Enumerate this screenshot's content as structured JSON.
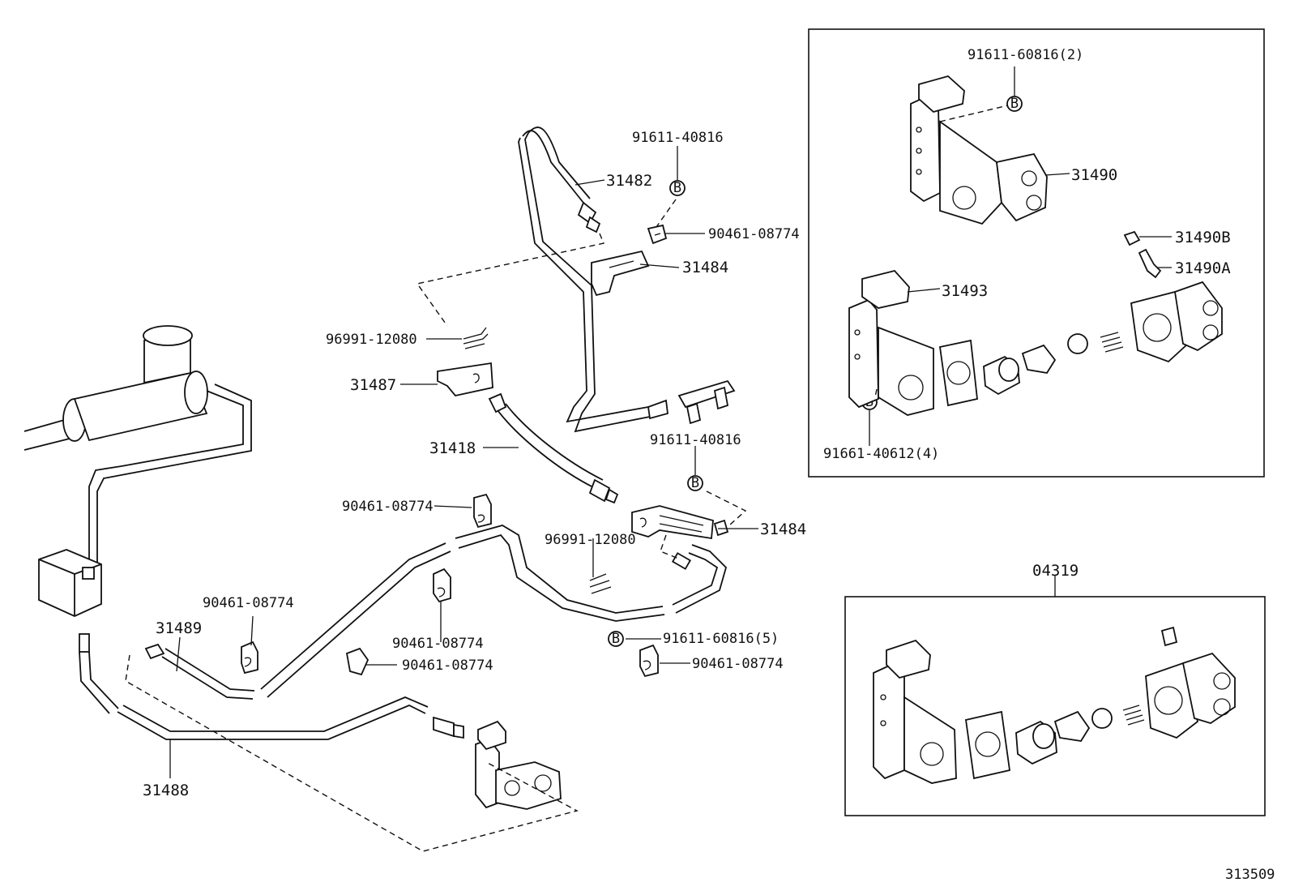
{
  "labels": {
    "p31482": "31482",
    "p91611_40816_top": "91611-40816",
    "p90461_08774_top": "90461-08774",
    "p31484_top": "31484",
    "p96991_12080_left": "96991-12080",
    "p31487": "31487",
    "p31418": "31418",
    "p91611_40816_mid": "91611-40816",
    "p31484_mid": "31484",
    "p90461_08774_a": "90461-08774",
    "p96991_12080_mid": "96991-12080",
    "p90461_08774_b": "90461-08774",
    "p31489": "31489",
    "p90461_08774_c": "90461-08774",
    "p90461_08774_d": "90461-08774",
    "p91611_60816_5": "91611-60816(5)",
    "p90461_08774_e": "90461-08774",
    "p31488": "31488",
    "p91611_60816_2": "91611-60816(2)",
    "p31490": "31490",
    "p31490B": "31490B",
    "p31490A": "31490A",
    "p31493": "31493",
    "p91661_40612_4": "91661-40612(4)",
    "p04319": "04319",
    "ref": "313509",
    "bolt_mark": "B"
  }
}
